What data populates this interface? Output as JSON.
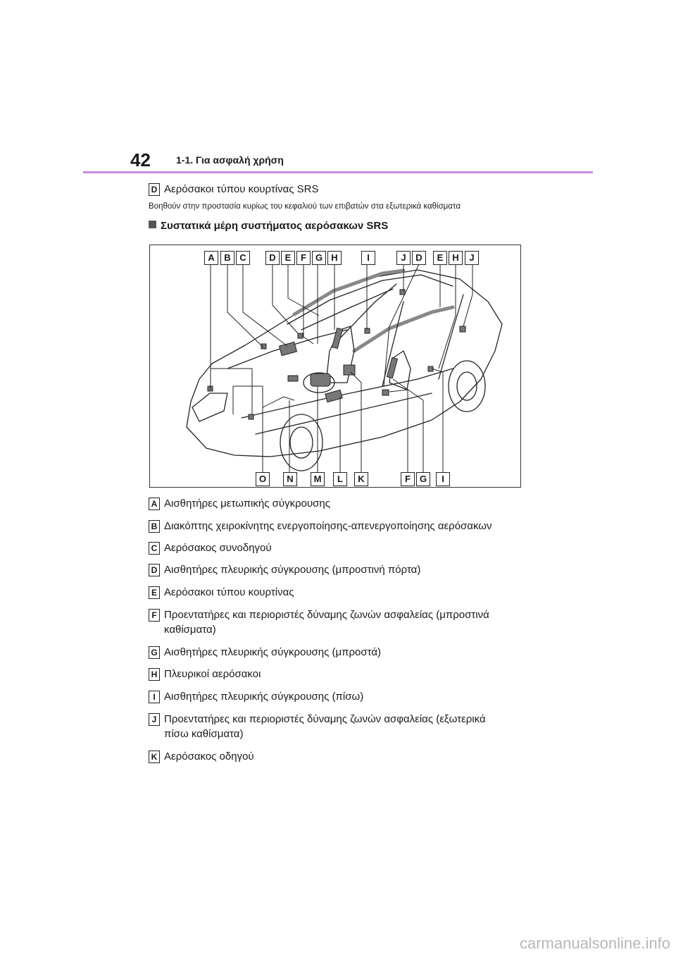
{
  "header": {
    "page_number": "42",
    "section": "1-1. Για ασφαλή χρήση"
  },
  "top_item": {
    "badge": "D",
    "text": "Αερόσακοι τύπου κουρτίνας SRS"
  },
  "intro": "Βοηθούν στην προστασία κυρίως του κεφαλιού των επιβατών στα εξωτερικά καθίσματα",
  "subheading": "Συστατικά μέρη συστήματος αερόσακων SRS",
  "figure_labels": {
    "top": [
      "A",
      "B",
      "C",
      "D",
      "E",
      "F",
      "G",
      "H",
      "I",
      "J",
      "D",
      "E",
      "H",
      "J"
    ],
    "bottom": [
      "O",
      "N",
      "M",
      "L",
      "K",
      "F",
      "G",
      "I"
    ]
  },
  "legend": [
    {
      "badge": "A",
      "lines": [
        "Αισθητήρες μετωπικής σύγκρουσης"
      ]
    },
    {
      "badge": "B",
      "lines": [
        "Διακόπτης χειροκίνητης ενεργοποίησης-απενεργοποίησης αερόσακων"
      ]
    },
    {
      "badge": "C",
      "lines": [
        "Αερόσακος συνοδηγού"
      ]
    },
    {
      "badge": "D",
      "lines": [
        "Αισθητήρες πλευρικής σύγκρουσης (μπροστινή πόρτα)"
      ]
    },
    {
      "badge": "E",
      "lines": [
        "Αερόσακοι τύπου κουρτίνας"
      ]
    },
    {
      "badge": "F",
      "lines": [
        "Προεντατήρες και περιοριστές δύναμης ζωνών ασφαλείας (μπροστινά",
        "καθίσματα)"
      ]
    },
    {
      "badge": "G",
      "lines": [
        "Αισθητήρες πλευρικής σύγκρουσης (μπροστά)"
      ]
    },
    {
      "badge": "H",
      "lines": [
        "Πλευρικοί αερόσακοι"
      ]
    },
    {
      "badge": "I",
      "lines": [
        "Αισθητήρες πλευρικής σύγκρουσης (πίσω)"
      ]
    },
    {
      "badge": "J",
      "lines": [
        "Προεντατήρες και περιοριστές δύναμης ζωνών ασφαλείας (εξωτερικά",
        "πίσω καθίσματα)"
      ]
    },
    {
      "badge": "K",
      "lines": [
        "Αερόσακος οδηγού"
      ]
    }
  ],
  "watermark": "carmanualsonline.info"
}
